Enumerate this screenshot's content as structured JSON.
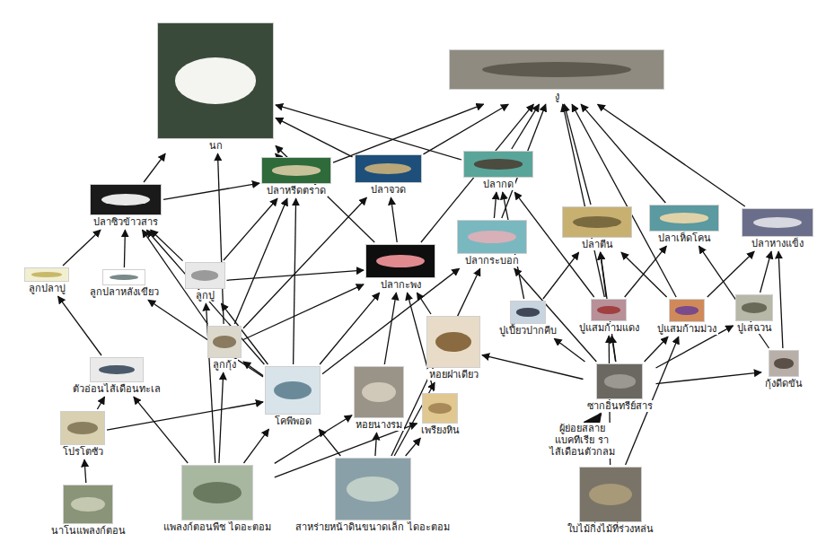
{
  "diagram": {
    "nodes": [
      {
        "text": [
          "นก"
        ]
      },
      {
        "text": [
          "งู"
        ]
      },
      {
        "text": [
          "ปลาซิวข้าวสาร"
        ]
      },
      {
        "text": [
          "ปลาหรีดตราด"
        ]
      },
      {
        "text": [
          "ปลาจวด"
        ]
      },
      {
        "text": [
          "ปลากด"
        ]
      },
      {
        "text": [
          "ปลาตีน"
        ]
      },
      {
        "text": [
          "ปลาเห็ดโคน"
        ]
      },
      {
        "text": [
          "ปลาหางแข็ง"
        ]
      },
      {
        "text": [
          "ปลากระบอก"
        ]
      },
      {
        "text": [
          "ปลากะพง"
        ]
      },
      {
        "text": [
          "ลูกปลาบู่"
        ]
      },
      {
        "text": [
          "ลูกปลาหลังเขียว"
        ]
      },
      {
        "text": [
          "ลูกปู"
        ]
      },
      {
        "text": [
          "ลูกกุ้ง"
        ]
      },
      {
        "text": [
          "ปูเปี้ยวปากคีบ"
        ]
      },
      {
        "text": [
          "ปูแสมก้ามแดง"
        ]
      },
      {
        "text": [
          "ปูแสมก้ามม่วง"
        ]
      },
      {
        "text": [
          "ปูเสฉวน"
        ]
      },
      {
        "text": [
          "หอยฝาเดียว"
        ]
      },
      {
        "text": [
          "กุ้งดีดขัน"
        ]
      },
      {
        "text": [
          "ตัวอ่อนไส้เดือนทะเล"
        ]
      },
      {
        "text": [
          "โคพีพอด"
        ]
      },
      {
        "text": [
          "หอยนางรม"
        ]
      },
      {
        "text": [
          "เพรียงหิน"
        ]
      },
      {
        "text": [
          "ซากอินทรีย์สาร"
        ]
      },
      {
        "text": [
          "ผู้ย่อยสลาย แบคทีเรีย รา ไส้เดือนตัวกลม"
        ]
      },
      {
        "text": [
          "โปรโตซัว"
        ]
      },
      {
        "text": [
          "นาโนแพลงก์ตอน"
        ]
      },
      {
        "text": [
          "แพลงก์ตอนพืช ไดอะตอม"
        ]
      },
      {
        "text": [
          "สาหร่ายหน้าดินขนาดเล็ก ไดอะตอม"
        ]
      },
      {
        "text": [
          "ใบไม้กิ่งไม้ที่ร่วงหล่น"
        ]
      }
    ],
    "edges": [
      {
        "from": 2,
        "to": 0,
        "arrow": "to"
      },
      {
        "from": 3,
        "to": 0,
        "arrow": "to"
      },
      {
        "from": 4,
        "to": 0,
        "arrow": "to"
      },
      {
        "from": 5,
        "to": 0,
        "arrow": "to"
      },
      {
        "from": 10,
        "to": 0,
        "arrow": "to"
      },
      {
        "from": 14,
        "to": 0,
        "arrow": "to"
      },
      {
        "from": 3,
        "to": 1,
        "arrow": "to"
      },
      {
        "from": 4,
        "to": 1,
        "arrow": "to"
      },
      {
        "from": 5,
        "to": 1,
        "arrow": "to"
      },
      {
        "from": 6,
        "to": 1,
        "arrow": "to"
      },
      {
        "from": 7,
        "to": 1,
        "arrow": "to"
      },
      {
        "from": 8,
        "to": 1,
        "arrow": "to"
      },
      {
        "from": 9,
        "to": 1,
        "arrow": "to"
      },
      {
        "from": 10,
        "to": 1,
        "arrow": "to"
      },
      {
        "from": 16,
        "to": 1,
        "arrow": "to"
      },
      {
        "from": 17,
        "to": 1,
        "arrow": "to"
      },
      {
        "from": 11,
        "to": 2,
        "arrow": "to"
      },
      {
        "from": 12,
        "to": 2,
        "arrow": "to"
      },
      {
        "from": 13,
        "to": 2,
        "arrow": "to"
      },
      {
        "from": 14,
        "to": 2,
        "arrow": "to"
      },
      {
        "from": 22,
        "to": 2,
        "arrow": "to"
      },
      {
        "from": 2,
        "to": 3,
        "arrow": "to"
      },
      {
        "from": 13,
        "to": 3,
        "arrow": "to"
      },
      {
        "from": 14,
        "to": 3,
        "arrow": "to"
      },
      {
        "from": 22,
        "to": 3,
        "arrow": "to"
      },
      {
        "from": 10,
        "to": 4,
        "arrow": "to"
      },
      {
        "from": 14,
        "to": 4,
        "arrow": "to"
      },
      {
        "from": 15,
        "to": 5,
        "arrow": "to"
      },
      {
        "from": 16,
        "to": 5,
        "arrow": "to"
      },
      {
        "from": 9,
        "to": 5,
        "arrow": "to"
      },
      {
        "from": 15,
        "to": 6,
        "arrow": "to"
      },
      {
        "from": 16,
        "to": 6,
        "arrow": "to"
      },
      {
        "from": 17,
        "to": 6,
        "arrow": "to"
      },
      {
        "from": 25,
        "to": 6,
        "arrow": "to"
      },
      {
        "from": 16,
        "to": 7,
        "arrow": "to"
      },
      {
        "from": 20,
        "to": 7,
        "arrow": "to"
      },
      {
        "from": 17,
        "to": 8,
        "arrow": "to"
      },
      {
        "from": 18,
        "to": 8,
        "arrow": "to"
      },
      {
        "from": 20,
        "to": 8,
        "arrow": "to"
      },
      {
        "from": 22,
        "to": 9,
        "arrow": "to"
      },
      {
        "from": 25,
        "to": 9,
        "arrow": "to"
      },
      {
        "from": 30,
        "to": 9,
        "arrow": "to"
      },
      {
        "from": 13,
        "to": 10,
        "arrow": "to"
      },
      {
        "from": 14,
        "to": 10,
        "arrow": "to"
      },
      {
        "from": 19,
        "to": 10,
        "arrow": "to"
      },
      {
        "from": 22,
        "to": 10,
        "arrow": "to"
      },
      {
        "from": 23,
        "to": 10,
        "arrow": "to"
      },
      {
        "from": 24,
        "to": 10,
        "arrow": "to"
      },
      {
        "from": 21,
        "to": 11,
        "arrow": "to"
      },
      {
        "from": 22,
        "to": 12,
        "arrow": "to"
      },
      {
        "from": 22,
        "to": 13,
        "arrow": "to"
      },
      {
        "from": 29,
        "to": 13,
        "arrow": "to"
      },
      {
        "from": 22,
        "to": 14,
        "arrow": "to"
      },
      {
        "from": 29,
        "to": 14,
        "arrow": "to"
      },
      {
        "from": 25,
        "to": 15,
        "arrow": "to"
      },
      {
        "from": 25,
        "to": 16,
        "arrow": "to"
      },
      {
        "from": 31,
        "to": 16,
        "arrow": "to"
      },
      {
        "from": 25,
        "to": 17,
        "arrow": "to"
      },
      {
        "from": 31,
        "to": 17,
        "arrow": "to"
      },
      {
        "from": 25,
        "to": 18,
        "arrow": "to"
      },
      {
        "from": 25,
        "to": 19,
        "arrow": "to"
      },
      {
        "from": 30,
        "to": 19,
        "arrow": "to"
      },
      {
        "from": 25,
        "to": 20,
        "arrow": "to"
      },
      {
        "from": 27,
        "to": 21,
        "arrow": "to"
      },
      {
        "from": 29,
        "to": 21,
        "arrow": "to"
      },
      {
        "from": 27,
        "to": 22,
        "arrow": "to"
      },
      {
        "from": 29,
        "to": 22,
        "arrow": "to"
      },
      {
        "from": 30,
        "to": 22,
        "arrow": "to"
      },
      {
        "from": 29,
        "to": 23,
        "arrow": "to"
      },
      {
        "from": 30,
        "to": 23,
        "arrow": "to"
      },
      {
        "from": 29,
        "to": 24,
        "arrow": "to"
      },
      {
        "from": 30,
        "to": 24,
        "arrow": "to"
      },
      {
        "from": 26,
        "to": 25,
        "arrow": "to"
      },
      {
        "from": 28,
        "to": 27,
        "arrow": "to"
      }
    ]
  }
}
